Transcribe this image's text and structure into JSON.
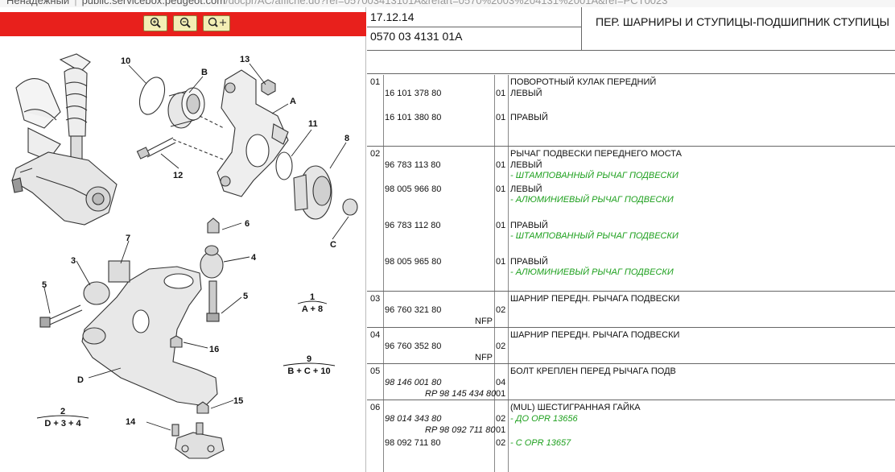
{
  "browser": {
    "security_label": "Ненадежный",
    "url_host": "public.servicebox.peugeot.com",
    "url_path": "/docpr/AC/affiche.do?ref=057003413101A&refart=0570%2003%204131%2001A&ref=PCT0023"
  },
  "toolbar": {
    "zoom_in_icon": "zoom-in-icon",
    "zoom_out_icon": "zoom-out-icon",
    "zoom_fit_icon": "zoom-fit-icon"
  },
  "diagram": {
    "callouts": [
      "10",
      "B",
      "13",
      "A",
      "11",
      "8",
      "12",
      "C",
      "6",
      "7",
      "4",
      "3",
      "5",
      "5",
      "16",
      "D",
      "14",
      "15"
    ],
    "assemblies": [
      {
        "num": "1",
        "eq": "A + 8"
      },
      {
        "num": "9",
        "eq": "B + C + 10"
      },
      {
        "num": "2",
        "eq": "D + 3 + 4"
      }
    ]
  },
  "header": {
    "date": "17.12.14",
    "reference": "0570 03 4131 01A",
    "title": "ПЕР. ШАРНИРЫ И СТУПИЦЫ-ПОДШИПНИК СТУПИЦЫ"
  },
  "groups": [
    {
      "no": "01",
      "title": "ПОВОРОТНЫЙ КУЛАК ПЕРЕДНИЙ",
      "items": [
        {
          "part": "16 101 378 80",
          "qty": "01",
          "desc": "ЛЕВЫЙ"
        },
        {
          "part": "16 101 380 80",
          "qty": "01",
          "desc": "ПРАВЫЙ"
        }
      ]
    },
    {
      "no": "02",
      "title": "РЫЧАГ ПОДВЕСКИ ПЕРЕДНЕГО МОСТА",
      "items": [
        {
          "part": "96 783 113 80",
          "qty": "01",
          "desc": "ЛЕВЫЙ",
          "note": "- ШТАМПОВАННЫЙ РЫЧАГ ПОДВЕСКИ"
        },
        {
          "part": "98 005 966 80",
          "qty": "01",
          "desc": "ЛЕВЫЙ",
          "note": "- АЛЮМИНИЕВЫЙ РЫЧАГ ПОДВЕСКИ"
        },
        {
          "part": "96 783 112 80",
          "qty": "01",
          "desc": "ПРАВЫЙ",
          "note": "- ШТАМПОВАННЫЙ РЫЧАГ ПОДВЕСКИ"
        },
        {
          "part": "98 005 965 80",
          "qty": "01",
          "desc": "ПРАВЫЙ",
          "note": "- АЛЮМИНИЕВЫЙ РЫЧАГ ПОДВЕСКИ"
        }
      ]
    },
    {
      "no": "03",
      "title": "ШАРНИР ПЕРЕДН. РЫЧАГА ПОДВЕСКИ",
      "items": [
        {
          "part": "96 760 321 80",
          "qty": "02",
          "flag": "NFP"
        }
      ]
    },
    {
      "no": "04",
      "title": "ШАРНИР ПЕРЕДН. РЫЧАГА ПОДВЕСКИ",
      "items": [
        {
          "part": "96 760 352 80",
          "qty": "02",
          "flag": "NFP"
        }
      ]
    },
    {
      "no": "05",
      "title": "БОЛТ КРЕПЛЕН ПЕРЕД РЫЧАГА ПОДВ",
      "items": [
        {
          "part": "98 146 001 80",
          "qty": "04"
        },
        {
          "rp": "RP 98 145 434 80",
          "qty": "01"
        }
      ]
    },
    {
      "no": "06",
      "title": "(MUL) ШЕСТИГРАННАЯ ГАЙКА",
      "items": [
        {
          "part": "98 014 343 80",
          "qty": "02",
          "note": "- ДО OPR 13656"
        },
        {
          "rp": "RP 98 092 711 80",
          "qty": "01"
        },
        {
          "part": "98 092 711 80",
          "qty": "02",
          "note": "- С OPR 13657"
        }
      ]
    }
  ]
}
